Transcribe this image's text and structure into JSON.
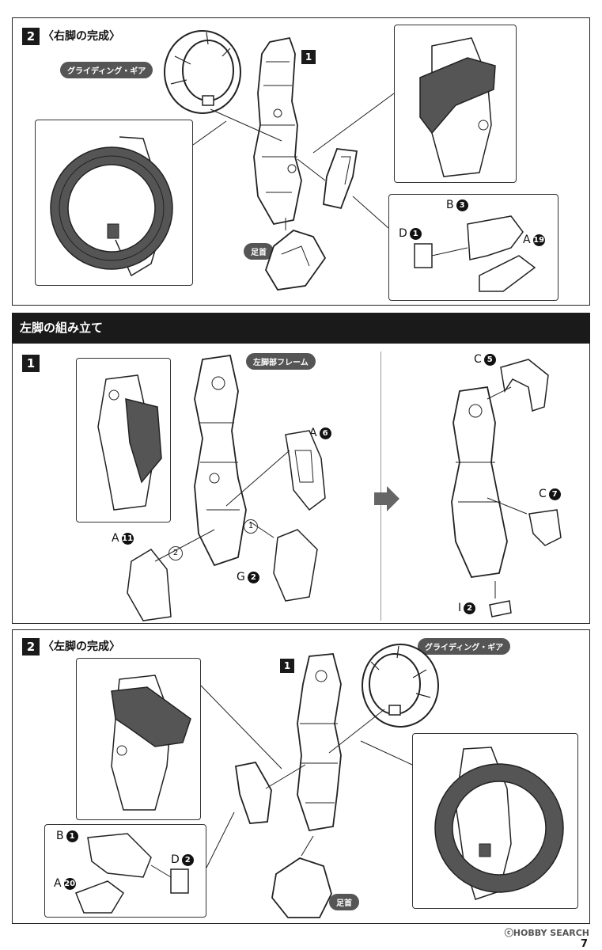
{
  "step2_right": {
    "number": "2",
    "title": "〈右脚の完成〉",
    "pill": "グライディング・ギア",
    "part_box": "1",
    "parts": {
      "b": "B",
      "b_num": "3",
      "d": "D",
      "d_num": "1",
      "a": "A",
      "a_num": "19"
    },
    "foot": "足首"
  },
  "section_left": {
    "title": "左脚の組み立て"
  },
  "step1_left": {
    "number": "1",
    "pill": "左脚部フレーム",
    "parts": {
      "a6": "A",
      "a6_num": "6",
      "a11": "A",
      "a11_num": "11",
      "g": "G",
      "g_num": "2",
      "c5": "C",
      "c5_num": "5",
      "c7": "C",
      "c7_num": "7",
      "i": "I",
      "i_num": "2"
    },
    "order1": "1",
    "order2": "2"
  },
  "step2_left": {
    "number": "2",
    "title": "〈左脚の完成〉",
    "pill": "グライディング・ギア",
    "part_box": "1",
    "parts": {
      "b": "B",
      "b_num": "1",
      "d": "D",
      "d_num": "2",
      "a": "A",
      "a_num": "20"
    },
    "foot": "足首"
  },
  "footer": {
    "watermark": "ⓒHOBBY SEARCH",
    "page": "7"
  },
  "colors": {
    "dark_part": "#555555",
    "line": "#222222"
  }
}
